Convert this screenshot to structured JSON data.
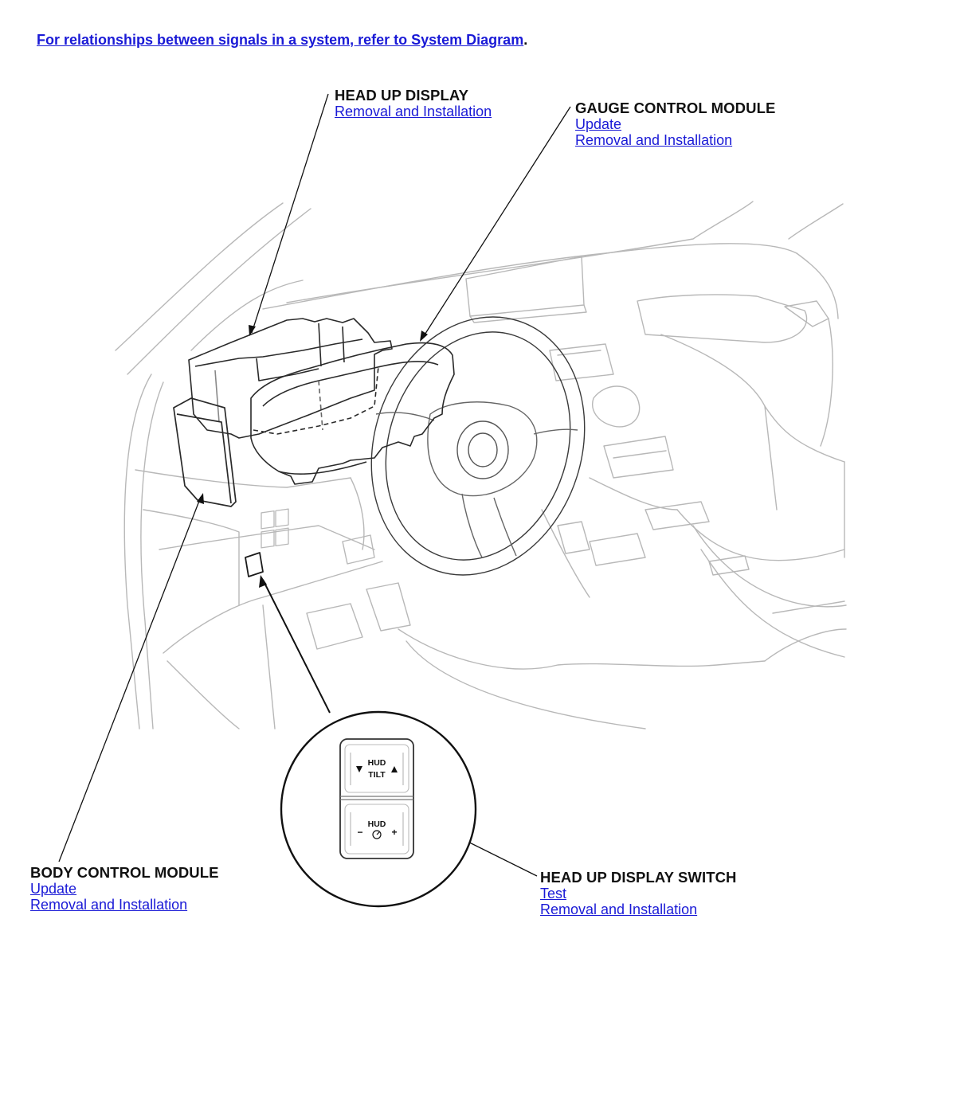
{
  "header": {
    "system_link": "For relationships between signals in a system, refer to System Diagram",
    "period": "."
  },
  "callouts": {
    "head_up_display": {
      "title": "HEAD UP DISPLAY",
      "links": [
        "Removal and Installation"
      ]
    },
    "gauge_control_module": {
      "title": "GAUGE CONTROL MODULE",
      "links": [
        "Update",
        "Removal and Installation"
      ]
    },
    "body_control_module": {
      "title": "BODY CONTROL MODULE",
      "links": [
        "Update",
        "Removal and Installation"
      ]
    },
    "head_up_display_switch": {
      "title": "HEAD UP DISPLAY SWITCH",
      "links": [
        "Test",
        "Removal and Installation"
      ]
    }
  },
  "switch_labels": {
    "upper_line1": "HUD",
    "upper_line2": "TILT",
    "lower_line1": "HUD",
    "minus": "−",
    "plus": "+"
  },
  "colors": {
    "link": "#1a1ad6",
    "text": "#111111",
    "drawing_light": "#b8b8b8",
    "drawing_dark": "#2a2a2a"
  }
}
